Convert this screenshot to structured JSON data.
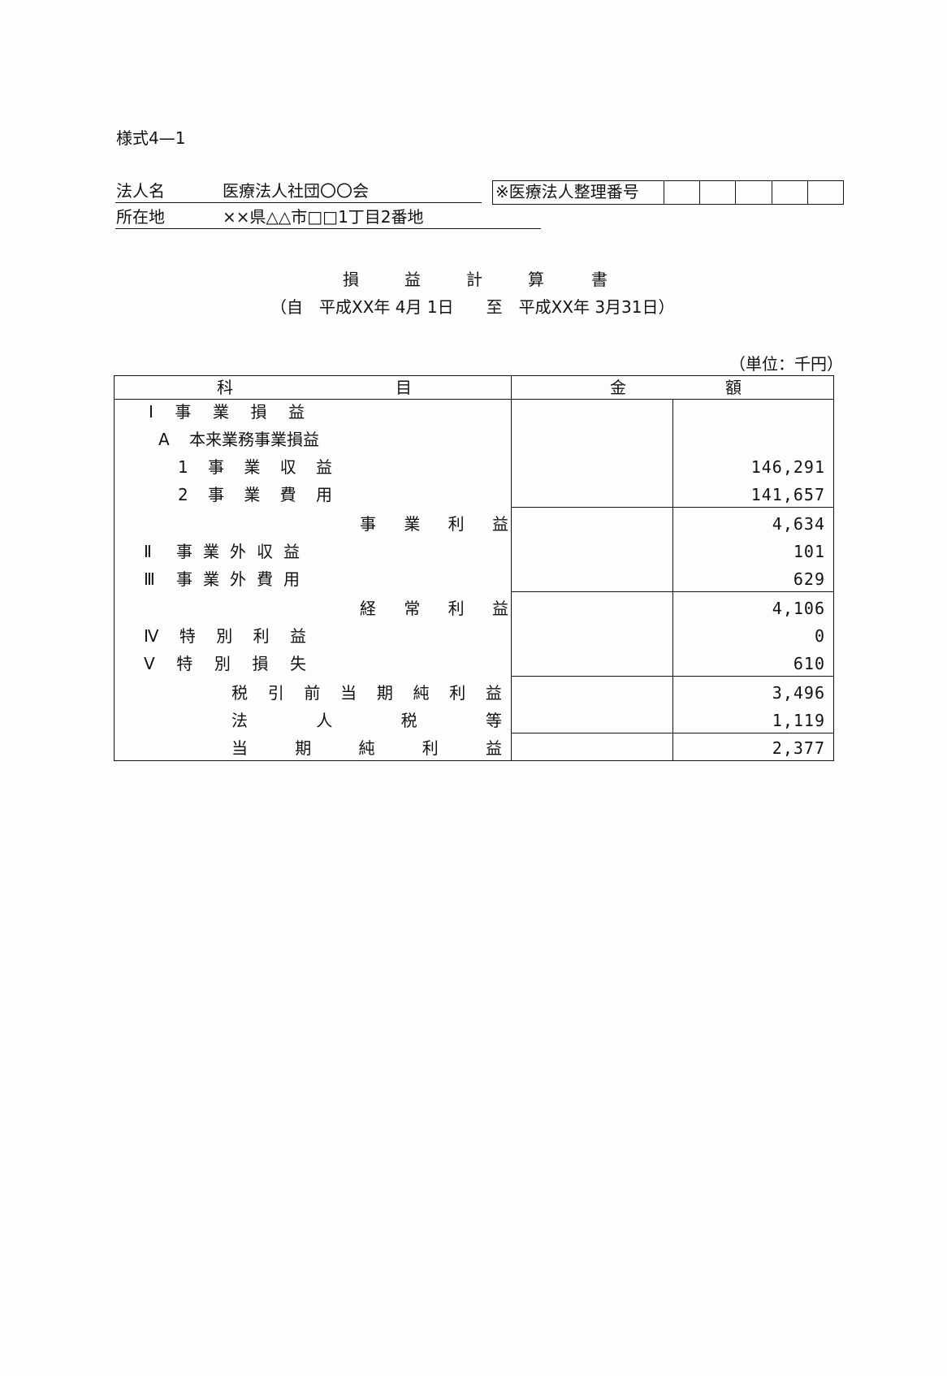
{
  "form_number": "様式4—1",
  "header": {
    "corporation_label": "法人名",
    "corporation_value": "医療法人社団〇〇会",
    "address_label": "所在地",
    "address_value": "××県△△市□□1丁目2番地",
    "registration_label": "※医療法人整理番号",
    "registration_cells": [
      "",
      "",
      "",
      "",
      "",
      ""
    ]
  },
  "title_chars": [
    "損",
    "益",
    "計",
    "算",
    "書"
  ],
  "period": "（自　平成XX年 4月 1日　　至　平成XX年 3月31日）",
  "unit": "（単位：千円）",
  "table": {
    "headers": {
      "item_left": "科",
      "item_right": "目",
      "amount_left": "金",
      "amount_right": "額"
    },
    "rows": [
      {
        "label_chars": [
          "Ⅰ",
          "事",
          "業",
          "損",
          "益"
        ],
        "amount": ""
      },
      {
        "label_chars": [
          "A",
          "本来業務事業損益"
        ],
        "amount": ""
      },
      {
        "label_chars": [
          "1",
          "事",
          "業",
          "収",
          "益"
        ],
        "amount": "146,291"
      },
      {
        "label_chars": [
          "2",
          "事",
          "業",
          "費",
          "用"
        ],
        "amount": "141,657"
      },
      {
        "label_chars": [
          "事",
          "業",
          "利",
          "益"
        ],
        "amount": "4,634"
      },
      {
        "label_chars": [
          "Ⅱ",
          "事",
          "業",
          "外",
          "収",
          "益"
        ],
        "amount": "101"
      },
      {
        "label_chars": [
          "Ⅲ",
          "事",
          "業",
          "外",
          "費",
          "用"
        ],
        "amount": "629"
      },
      {
        "label_chars": [
          "経",
          "常",
          "利",
          "益"
        ],
        "amount": "4,106"
      },
      {
        "label_chars": [
          "Ⅳ",
          "特",
          "別",
          "利",
          "益"
        ],
        "amount": "0"
      },
      {
        "label_chars": [
          "Ⅴ",
          "特",
          "別",
          "損",
          "失"
        ],
        "amount": "610"
      },
      {
        "label_chars": [
          "税",
          "引",
          "前",
          "当",
          "期",
          "純",
          "利",
          "益"
        ],
        "amount": "3,496"
      },
      {
        "label_chars": [
          "法",
          "人",
          "税",
          "等"
        ],
        "amount": "1,119"
      },
      {
        "label_chars": [
          "当",
          "期",
          "純",
          "利",
          "益"
        ],
        "amount": "2,377"
      }
    ]
  }
}
